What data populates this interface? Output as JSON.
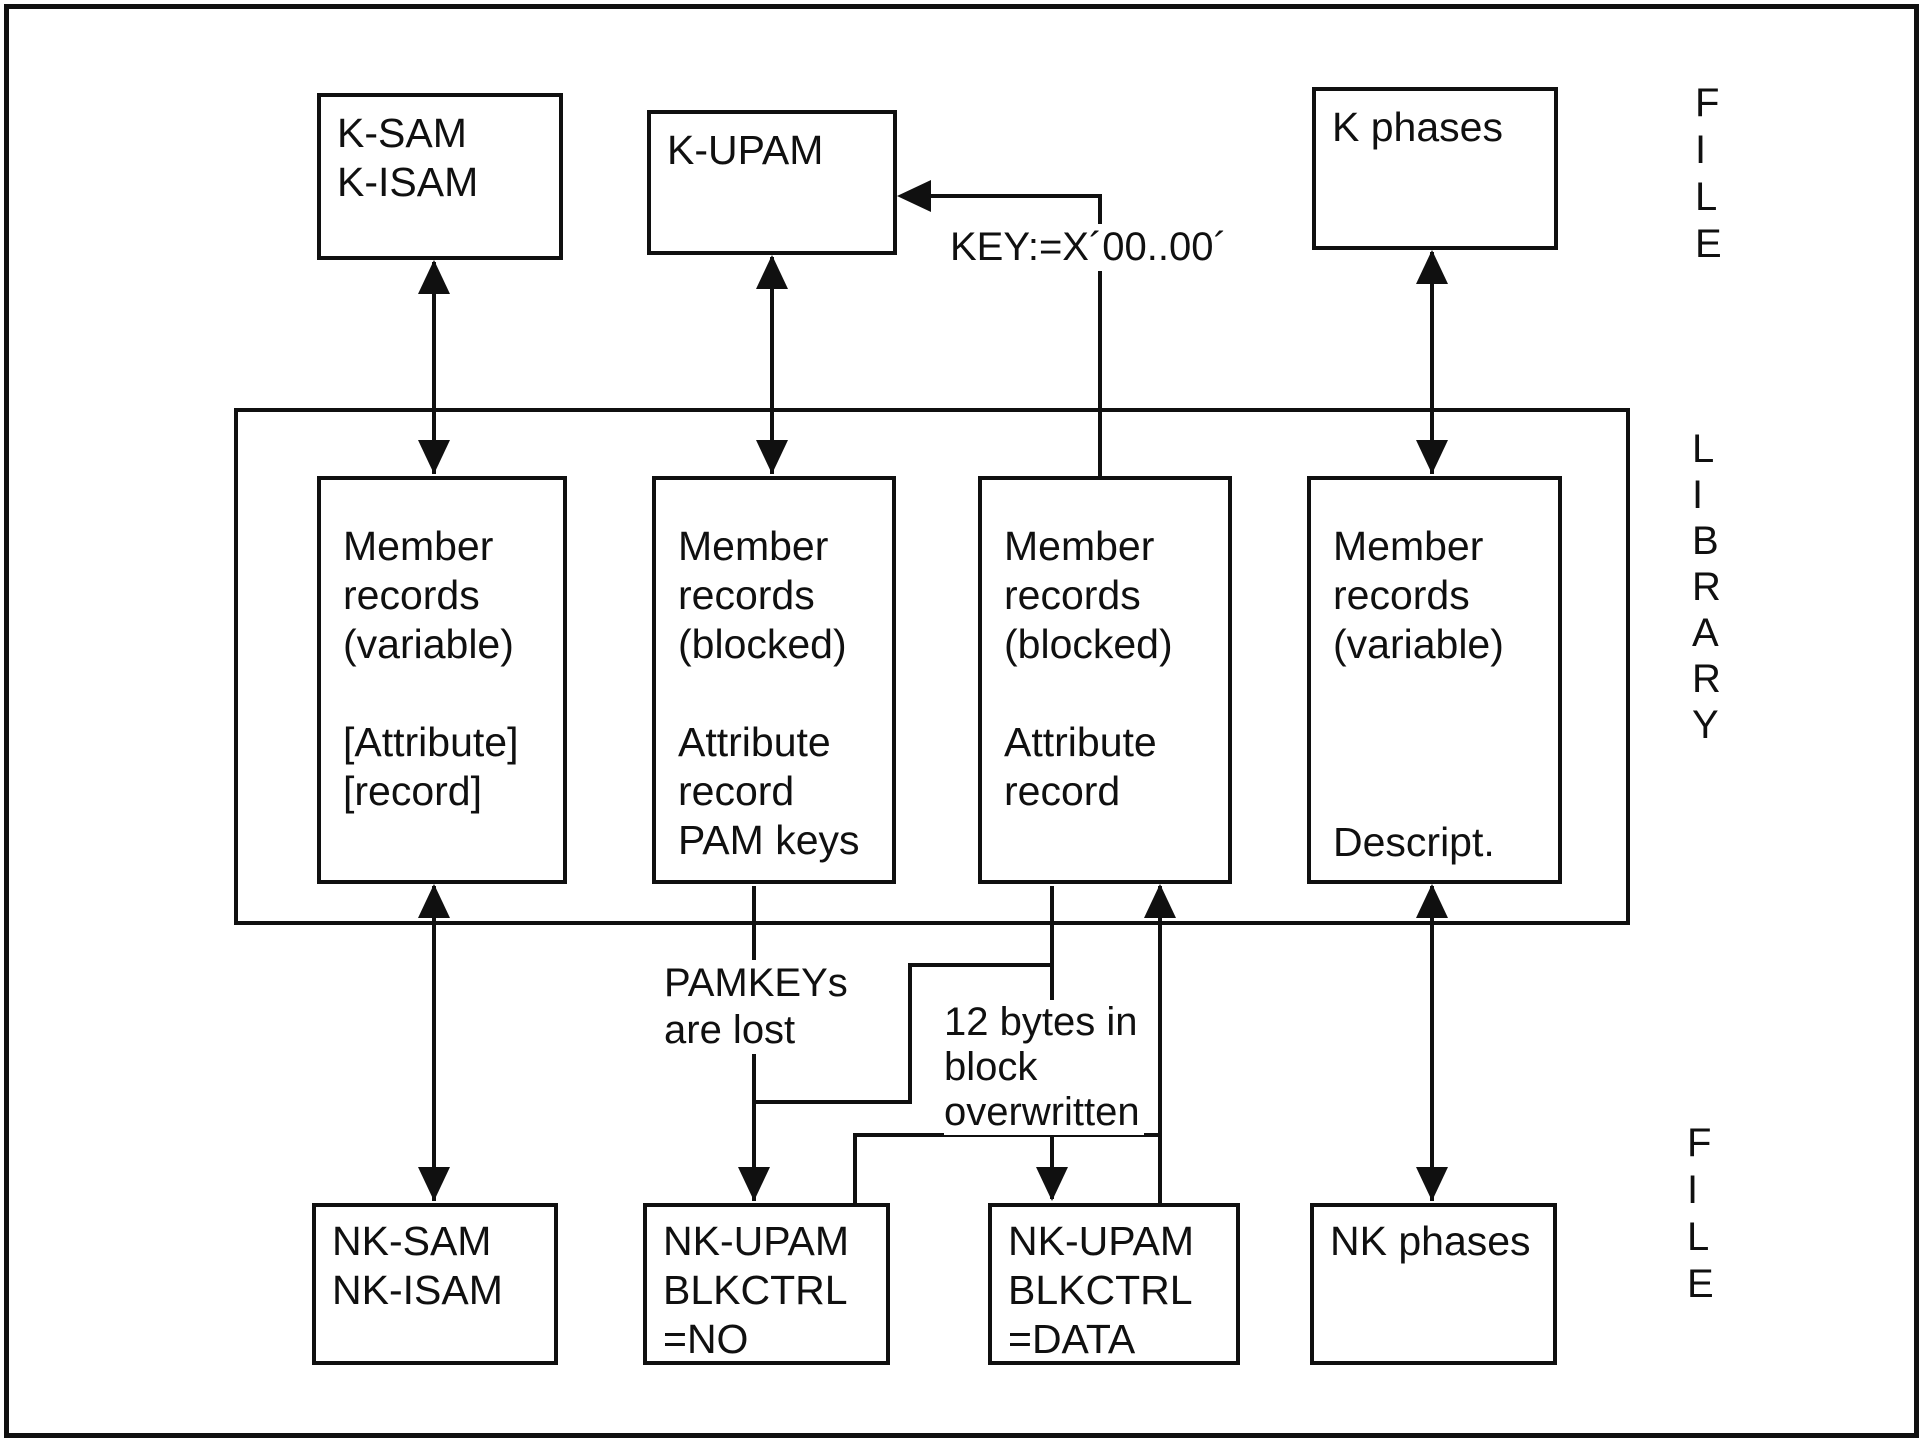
{
  "diagram": {
    "top_file_label": "FILE",
    "bottom_file_label": "FILE",
    "library_label": "LIBRARY",
    "annotations": {
      "key": "KEY:=X´00..00´",
      "pamkeys": "PAMKEYs\nare lost",
      "overwrite": "12 bytes in\nblock\noverwritten"
    },
    "boxes": {
      "k_sam": "K-SAM\nK-ISAM",
      "k_upam": "K-UPAM",
      "k_phases": "K phases",
      "lib_member_variable_left": "Member\nrecords\n(variable)\n\n[Attribute]\n[record]",
      "lib_member_blocked_pamkeys": "Member\nrecords\n(blocked)\n\nAttribute\nrecord\nPAM keys",
      "lib_member_blocked": "Member\nrecords\n(blocked)\n\nAttribute\nrecord",
      "lib_member_variable_right": "Member\nrecords\n(variable)",
      "lib_member_variable_right_descript": "Descript.",
      "nk_sam": "NK-SAM\nNK-ISAM",
      "nk_upam_no": "NK-UPAM\nBLKCTRL\n=NO",
      "nk_upam_data": "NK-UPAM\nBLKCTRL\n=DATA",
      "nk_phases": "NK phases"
    }
  }
}
